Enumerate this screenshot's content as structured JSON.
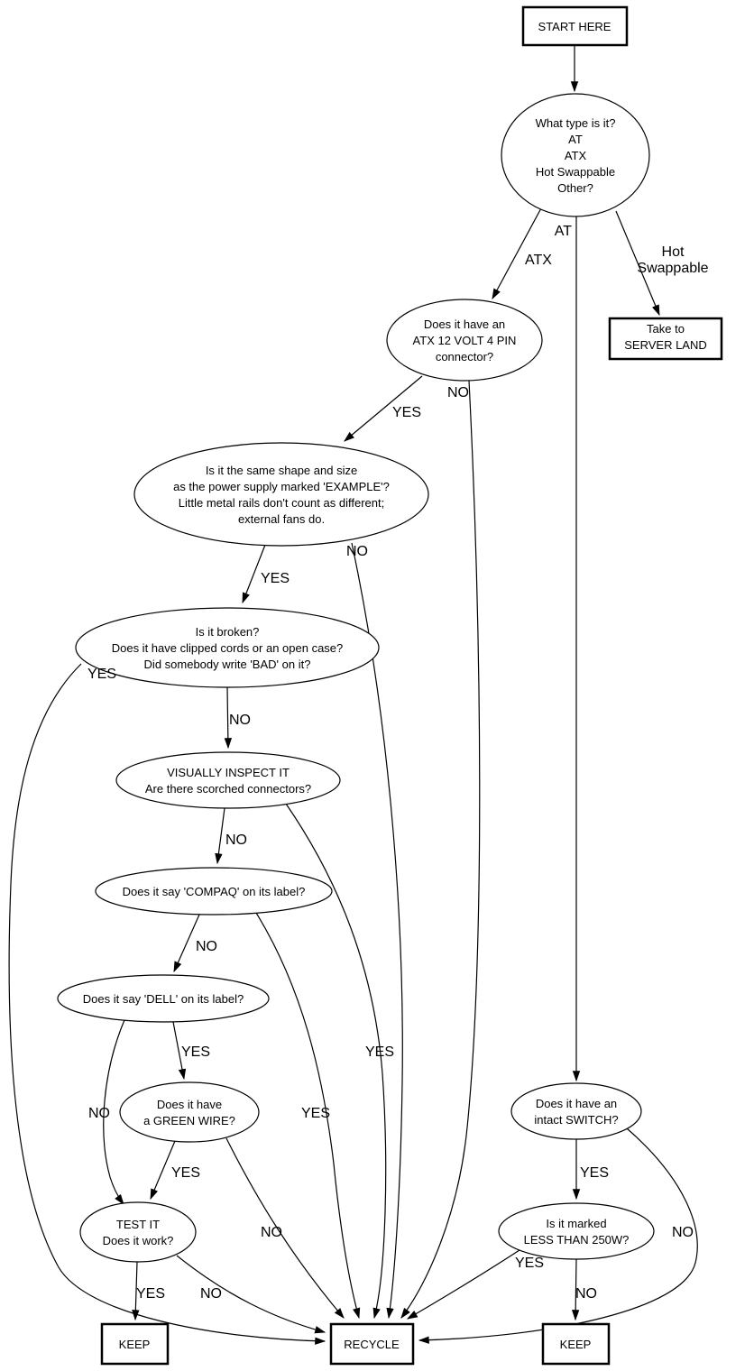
{
  "title": "Power supply triage flowchart",
  "colors": {
    "stroke": "#000000",
    "background": "#ffffff"
  },
  "nodes": {
    "start": {
      "label": "START HERE"
    },
    "what_type": {
      "lines": [
        "What type is it?",
        "AT",
        "ATX",
        "Hot Swappable",
        "Other?"
      ]
    },
    "atx_connector": {
      "lines": [
        "Does it have an",
        "ATX 12 VOLT 4 PIN",
        "connector?"
      ]
    },
    "server_land": {
      "lines": [
        "Take to",
        "SERVER LAND"
      ]
    },
    "same_shape": {
      "lines": [
        "Is it the same shape and size",
        "as the power supply marked 'EXAMPLE'?",
        "Little metal rails don't count as different;",
        "external fans do."
      ]
    },
    "broken": {
      "lines": [
        "Is it broken?",
        "Does it have clipped cords or an open case?",
        "Did somebody write 'BAD' on it?"
      ]
    },
    "inspect": {
      "lines": [
        "VISUALLY INSPECT IT",
        "Are there scorched connectors?"
      ]
    },
    "compaq": {
      "label": "Does it say 'COMPAQ' on its label?"
    },
    "dell": {
      "label": "Does it say 'DELL' on its label?"
    },
    "green_wire": {
      "lines": [
        "Does it have",
        "a GREEN WIRE?"
      ]
    },
    "test_it": {
      "lines": [
        "TEST IT",
        "Does it work?"
      ]
    },
    "switch": {
      "lines": [
        "Does it have an",
        "intact SWITCH?"
      ]
    },
    "less_250": {
      "lines": [
        "Is it marked",
        "LESS THAN 250W?"
      ]
    },
    "keep_left": {
      "label": "KEEP"
    },
    "recycle": {
      "label": "RECYCLE"
    },
    "keep_right": {
      "label": "KEEP"
    }
  },
  "edges": {
    "type_atx": "ATX",
    "type_at": "AT",
    "type_hot": [
      "Hot",
      "Swappable"
    ],
    "conn_yes": "YES",
    "conn_no": "NO",
    "shape_yes": "YES",
    "shape_no": "NO",
    "broken_yes": "YES",
    "broken_no": "NO",
    "inspect_no": "NO",
    "inspect_yes": "YES",
    "compaq_no": "NO",
    "compaq_yes": "YES",
    "dell_yes": "YES",
    "dell_no": "NO",
    "green_yes": "YES",
    "green_no": "NO",
    "test_yes": "YES",
    "test_no": "NO",
    "switch_yes": "YES",
    "switch_no": "NO",
    "less_yes": "YES",
    "less_no": "NO"
  }
}
